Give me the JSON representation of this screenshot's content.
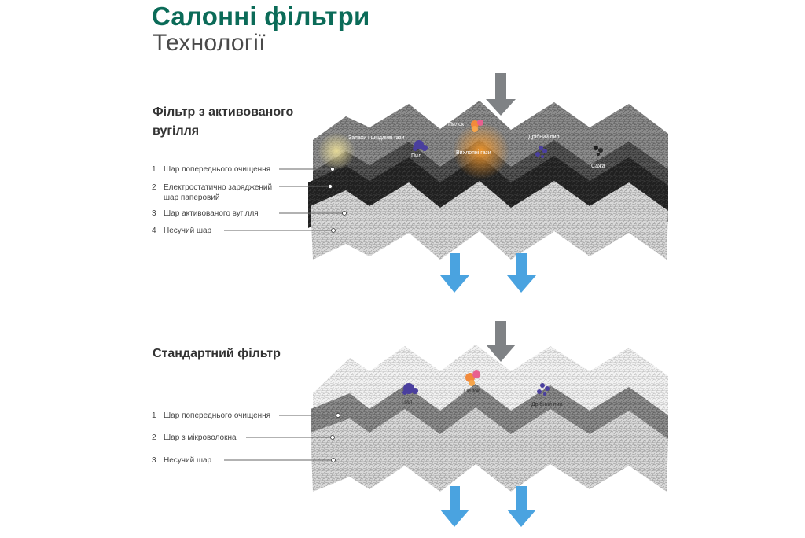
{
  "header": {
    "title": "Салонні фільтри",
    "subtitle": "Технології"
  },
  "sections": [
    {
      "title_line1": "Фільтр з активованого",
      "title_line2": "вугілля",
      "layers": [
        {
          "num": "1",
          "label_line1": "Шар попереднього очищення",
          "label_line2": ""
        },
        {
          "num": "2",
          "label_line1": "Електростатично заряджений",
          "label_line2": "шар паперовий"
        },
        {
          "num": "3",
          "label_line1": "Шар активованого вугілля",
          "label_line2": ""
        },
        {
          "num": "4",
          "label_line1": "Несучий шар",
          "label_line2": ""
        }
      ],
      "particles": {
        "odors": "Запахи і шкідливі гази",
        "pollen": "Пилок",
        "dust": "Пил",
        "exhaust": "Вихлопні гази",
        "fine_dust": "Дрібний пил",
        "soot": "Сажа"
      }
    },
    {
      "title_line1": "Стандартний фільтр",
      "layers": [
        {
          "num": "1",
          "label_line1": "Шар попереднього очищення"
        },
        {
          "num": "2",
          "label_line1": "Шар з мікроволокна"
        },
        {
          "num": "3",
          "label_line1": "Несучий шар"
        }
      ],
      "particles": {
        "dust": "Пил",
        "pollen": "Пилок",
        "fine_dust": "Дрібний пил"
      }
    }
  ],
  "colors": {
    "brand_green": "#0b6b58",
    "arrow_gray": "#7f8285",
    "arrow_blue": "#4aa3e0"
  }
}
